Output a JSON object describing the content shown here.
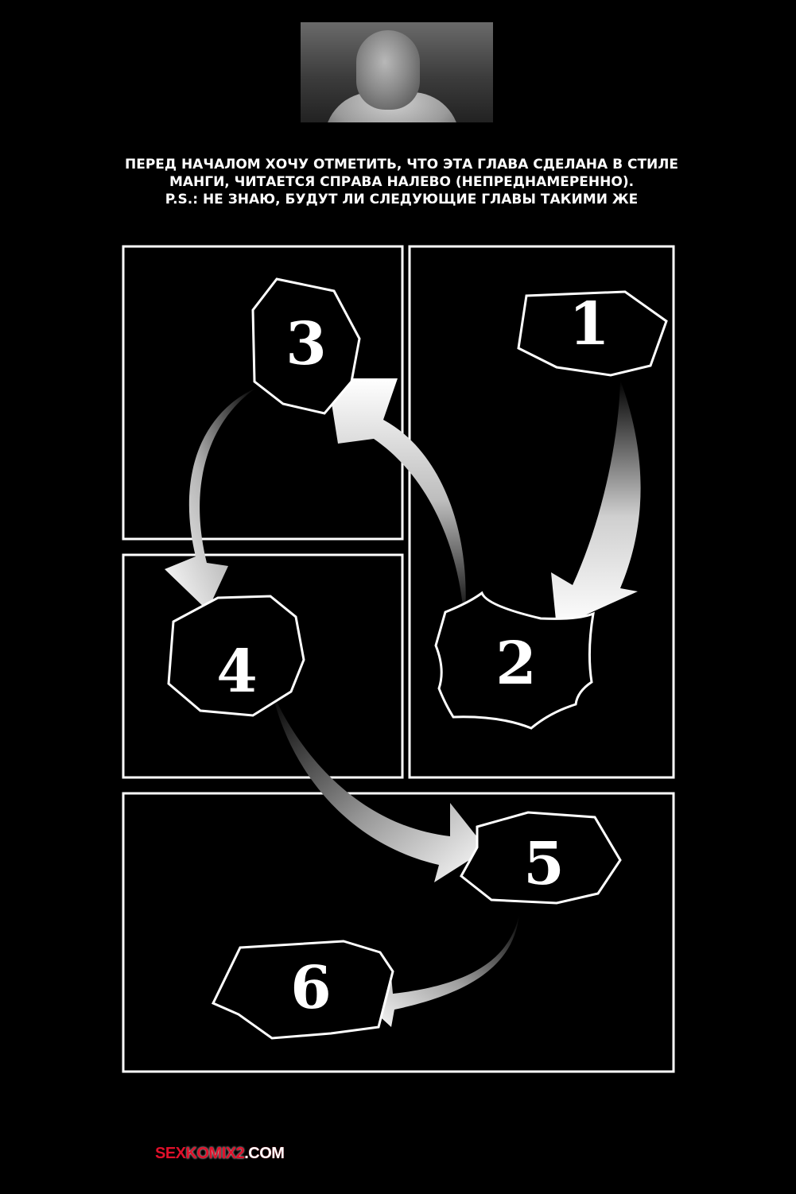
{
  "notice": {
    "line1": "Перед началом хочу отметить, что эта глава сделана в стиле",
    "line2": "манги, читается справа налево (непреднамеренно).",
    "line3": "P.S.: не знаю, будут ли следующие главы такими же"
  },
  "panels": [
    {
      "label": "1"
    },
    {
      "label": "2"
    },
    {
      "label": "3"
    },
    {
      "label": "4"
    },
    {
      "label": "5"
    },
    {
      "label": "6"
    }
  ],
  "watermark": {
    "part1": "SEX",
    "part2": "KOMIX2",
    "part3": ".COM"
  },
  "colors": {
    "background": "#000000",
    "frame": "#ffffff",
    "watermark_red": "#e0102a"
  }
}
